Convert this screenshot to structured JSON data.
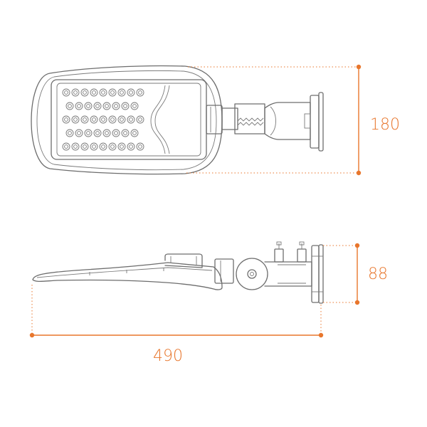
{
  "drawing": {
    "accent_color": "#e8762c",
    "line_color": "#6d6d6d",
    "icons": [
      "street-light-top-view",
      "street-light-side-view"
    ]
  },
  "dimensions": {
    "width": "180",
    "height": "88",
    "length": "490"
  }
}
